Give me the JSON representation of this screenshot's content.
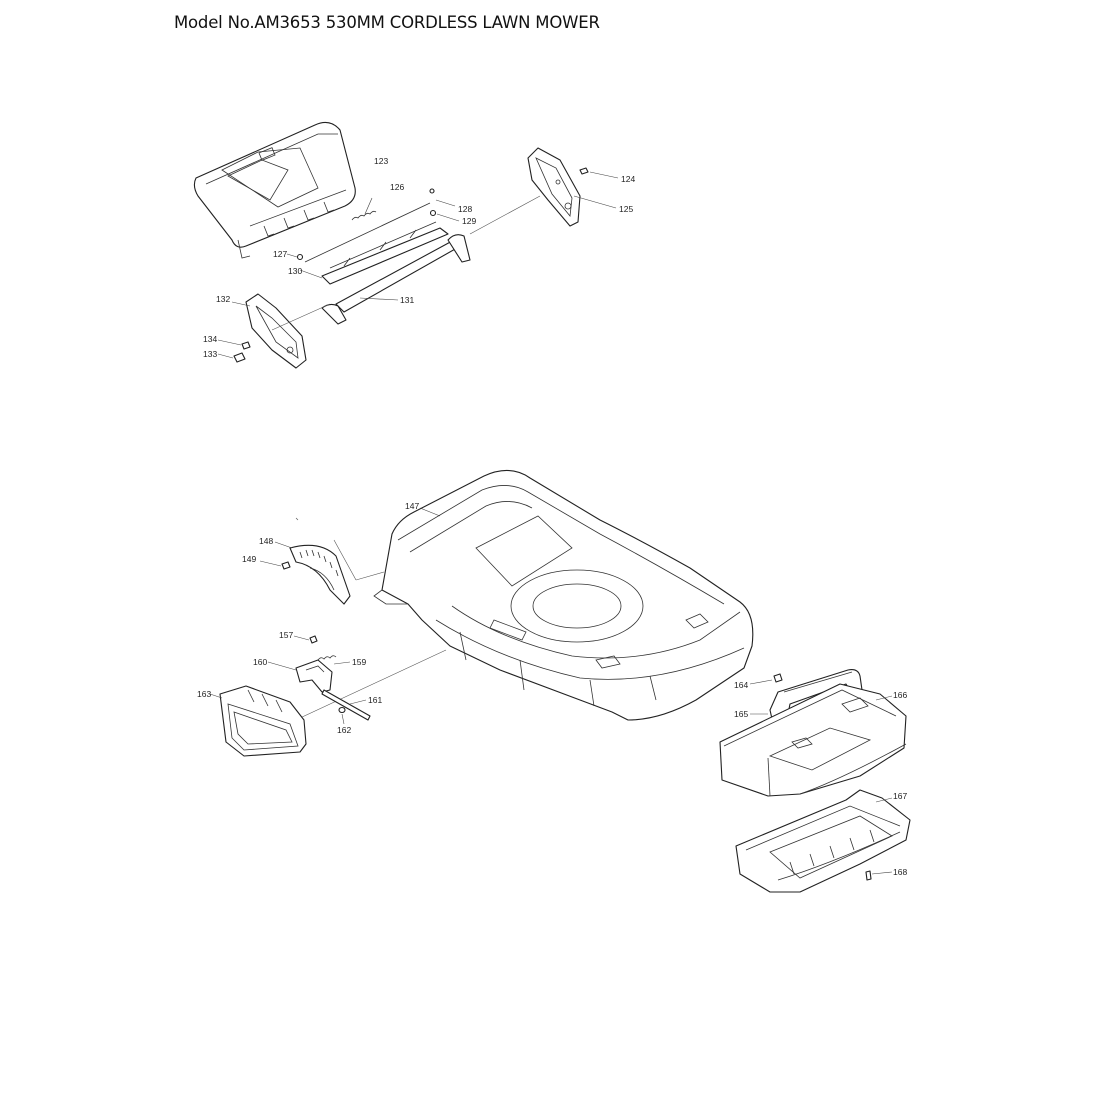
{
  "title": "Model No.AM3653 530MM CORDLESS LAWN MOWER",
  "callouts": {
    "p123": "123",
    "p124": "124",
    "p125": "125",
    "p126": "126",
    "p127": "127",
    "p128": "128",
    "p129": "129",
    "p130": "130",
    "p131": "131",
    "p132": "132",
    "p133": "133",
    "p134": "134",
    "p147": "147",
    "p148": "148",
    "p149": "149",
    "p157": "157",
    "p159": "159",
    "p160": "160",
    "p161": "161",
    "p162": "162",
    "p163": "163",
    "p164": "164",
    "p165": "165",
    "p166": "166",
    "p167": "167",
    "p168": "168"
  }
}
